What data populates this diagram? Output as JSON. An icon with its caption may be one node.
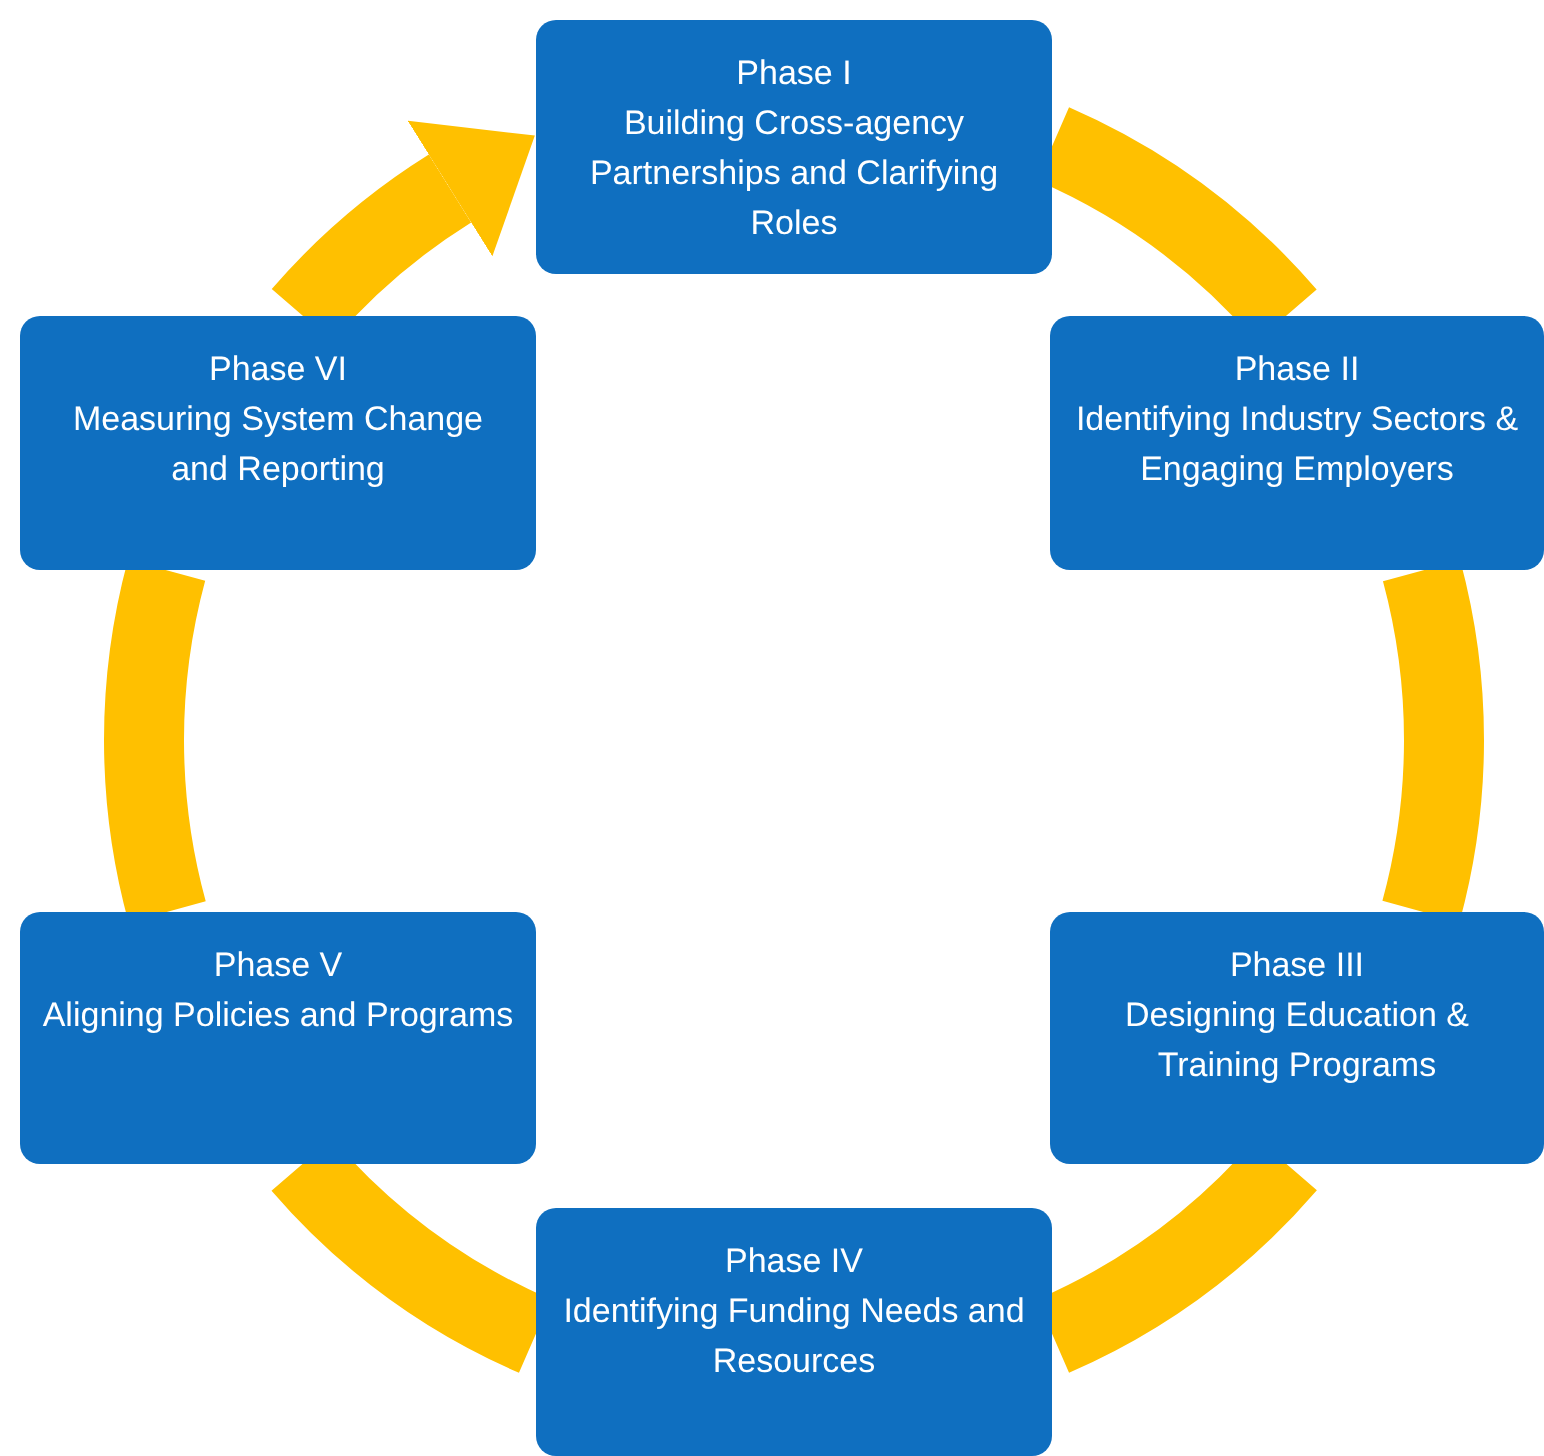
{
  "diagram": {
    "nodes": [
      {
        "text": [
          "Phase I",
          "Building Cross-agency Partnerships and Clarifying Roles"
        ]
      },
      {
        "text": [
          "Phase II",
          "Identifying Industry Sectors & Engaging Employers"
        ]
      },
      {
        "text": [
          "Phase III",
          "Designing Education & Training Programs"
        ]
      },
      {
        "text": [
          "Phase IV",
          "Identifying Funding Needs and Resources"
        ]
      },
      {
        "text": [
          "Phase V",
          "Aligning Policies and Programs"
        ]
      },
      {
        "text": [
          "Phase VI",
          "Measuring System Change and Reporting"
        ]
      }
    ],
    "edges": [
      {
        "from": 0,
        "to": 1,
        "arrow": "none"
      },
      {
        "from": 1,
        "to": 2,
        "arrow": "none"
      },
      {
        "from": 2,
        "to": 3,
        "arrow": "none"
      },
      {
        "from": 3,
        "to": 4,
        "arrow": "none"
      },
      {
        "from": 4,
        "to": 5,
        "arrow": "none"
      },
      {
        "from": 5,
        "to": 0,
        "arrow": "to"
      }
    ]
  }
}
